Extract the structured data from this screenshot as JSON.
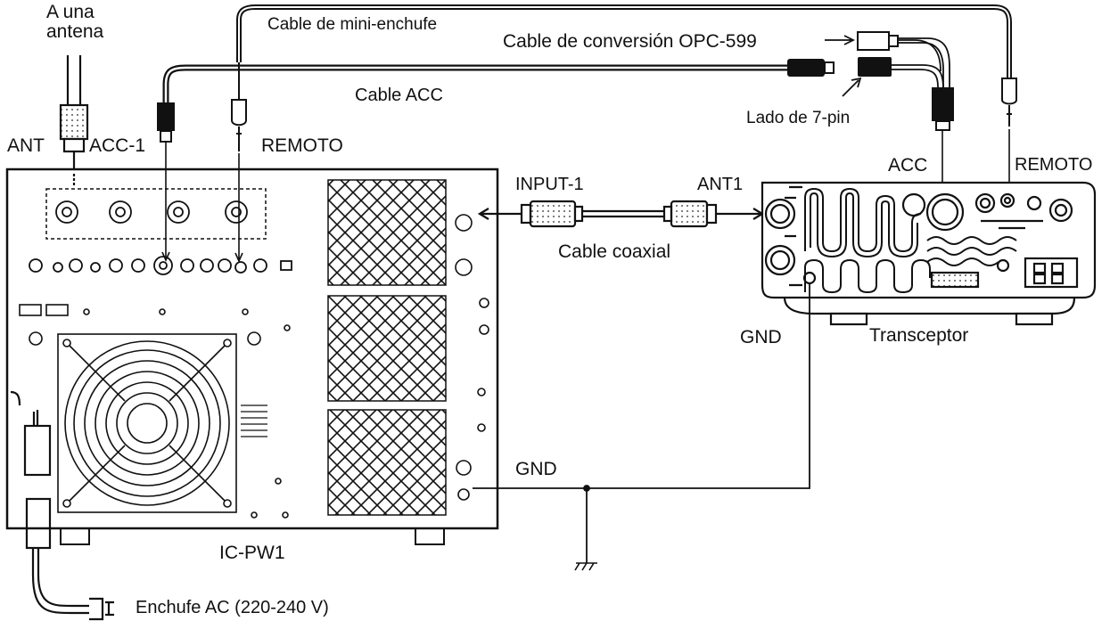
{
  "labels": {
    "to_antenna": "A una\nantena",
    "mini_plug_cable": "Cable de mini-enchufe",
    "conversion_cable": "Cable de conversión OPC-599",
    "acc_cable": "Cable ACC",
    "seven_pin_side": "Lado de 7-pin",
    "ant": "ANT",
    "acc1": "ACC-1",
    "remote_left": "REMOTO",
    "acc": "ACC",
    "remote_right": "REMOTO",
    "input1": "INPUT-1",
    "ant1": "ANT1",
    "coax_cable": "Cable coaxial",
    "gnd_right": "GND",
    "transceiver": "Transceptor",
    "gnd_left": "GND",
    "ic_pw1": "IC-PW1",
    "ac_plug": "Enchufe AC (220-240 V)"
  }
}
